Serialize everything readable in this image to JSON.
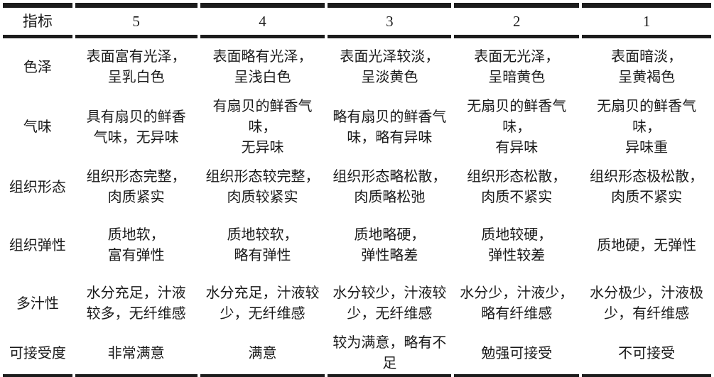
{
  "table": {
    "title_semantic": "sensory-evaluation-criteria-table",
    "header": {
      "label": "指标",
      "scores": [
        "5",
        "4",
        "3",
        "2",
        "1"
      ]
    },
    "rows": [
      {
        "label": "色泽",
        "cells": [
          "表面富有光泽，\n呈乳白色",
          "表面略有光泽，\n呈浅白色",
          "表面光泽较淡，\n呈淡黄色",
          "表面无光泽，\n呈暗黄色",
          "表面暗淡，\n呈黄褐色"
        ]
      },
      {
        "label": "气味",
        "cells": [
          "具有扇贝的鲜香\n气味，无异味",
          "有扇贝的鲜香气味，\n无异味",
          "略有扇贝的鲜香气\n味，略有异味",
          "无扇贝的鲜香气味，\n有异味",
          "无扇贝的鲜香气味，\n异味重"
        ]
      },
      {
        "label": "组织形态",
        "cells": [
          "组织形态完整，\n肉质紧实",
          "组织形态较完整，\n肉质较紧实",
          "组织形态略松散，\n肉质略松弛",
          "组织形态松散，\n肉质不紧实",
          "组织形态极松散，\n肉质不紧实"
        ]
      },
      {
        "label": "组织弹性",
        "cells": [
          "质地软，\n富有弹性",
          "质地较软，\n略有弹性",
          "质地略硬，\n弹性略差",
          "质地较硬，\n弹性较差",
          "质地硬，无弹性"
        ]
      },
      {
        "label": "多汁性",
        "cells": [
          "水分充足，汁液\n较多，无纤维感",
          "水分充足，汁液较\n少，无纤维感",
          "水分较少，汁液较\n少，无纤维感",
          "水分少，汁液少，\n略有纤维感",
          "水分极少，汁液极\n少，有纤维感"
        ]
      },
      {
        "label": "可接受度",
        "cells": [
          "非常满意",
          "满意",
          "较为满意，略有不足",
          "勉强可接受",
          "不可接受"
        ]
      }
    ]
  },
  "colors": {
    "rule": "#1c1c1c",
    "text": "#1a1a1a",
    "background": "#ffffff"
  }
}
